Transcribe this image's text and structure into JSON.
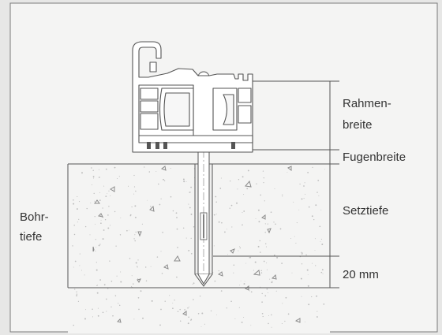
{
  "labels": {
    "frame_width_line1": "Rahmen-",
    "frame_width_line2": "breite",
    "joint_width": "Fugenbreite",
    "setting_depth": "Setztiefe",
    "drill_depth_line1": "Bohr-",
    "drill_depth_line2": "tiefe",
    "extra_depth": "20 mm"
  },
  "colors": {
    "background": "#e7e7e6",
    "panel": "#f4f4f3",
    "line": "#555555",
    "concrete_fleck": "#bdbdbd",
    "aggregate": "#8a8a8a"
  }
}
